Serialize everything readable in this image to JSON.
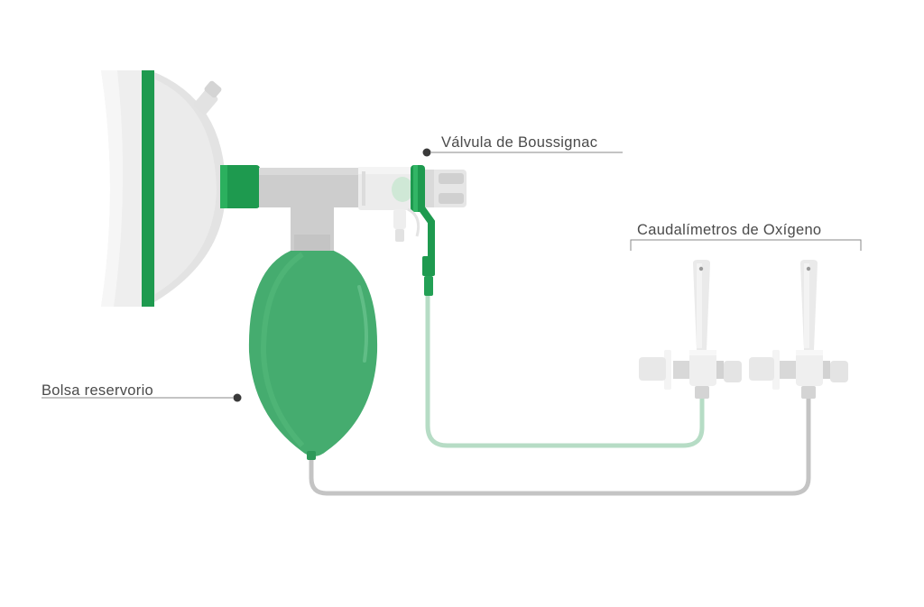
{
  "labels": {
    "valve": "Válvula de Boussignac",
    "flowmeters": "Caudalímetros de Oxígeno",
    "reservoir_bag": "Bolsa reservorio"
  },
  "colors": {
    "green_dark": "#1e9a4f",
    "green_bag": "#45ac6f",
    "green_light_tube": "#b6dcc5",
    "gray_tube": "#c4c4c4",
    "gray_part": "#cdcdcd",
    "white_part": "#ececec",
    "label_text": "#4a4a4a"
  }
}
